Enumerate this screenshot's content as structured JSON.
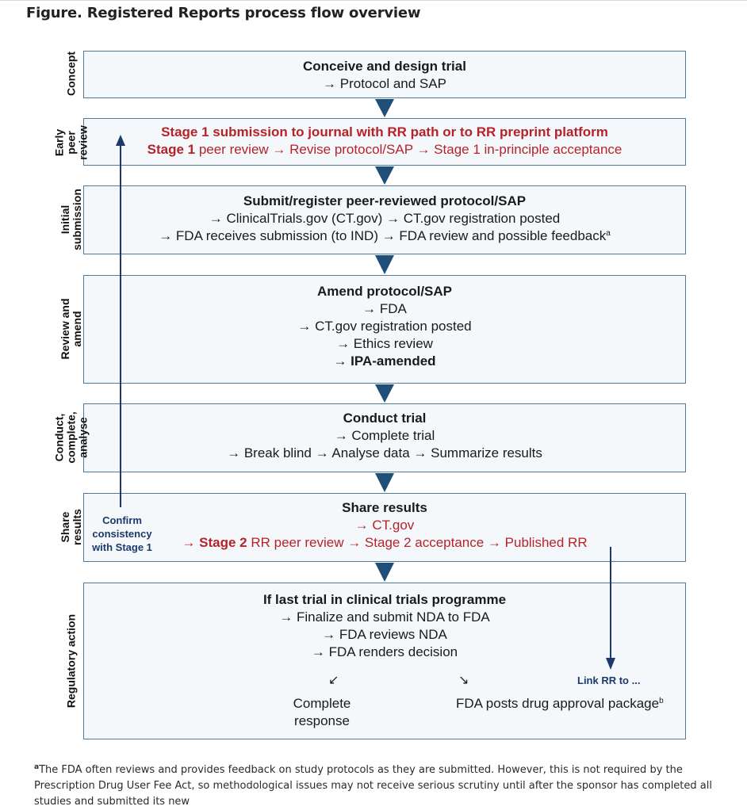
{
  "figure_title": "Figure. Registered Reports process flow overview",
  "stages": [
    {
      "side_label": [
        "Concept"
      ],
      "lines": [
        [
          {
            "t": "Conceive and design trial",
            "bold": true
          }
        ],
        [
          {
            "t": "→ Protocol and SAP"
          }
        ]
      ]
    },
    {
      "side_label": [
        "Early",
        "peer",
        "review"
      ],
      "lines": [
        [
          {
            "t": "Stage 1 submission to journal with RR path or to RR preprint platform",
            "bold": true,
            "red": true
          }
        ],
        [
          {
            "t": "Stage 1",
            "bold": true,
            "red": true
          },
          {
            "t": " peer review → Revise protocol/SAP → Stage 1 in-principle acceptance",
            "red": true
          }
        ]
      ]
    },
    {
      "side_label": [
        "Initial",
        "submission"
      ],
      "lines": [
        [
          {
            "t": "Submit/register peer-reviewed protocol/SAP",
            "bold": true
          }
        ],
        [
          {
            "t": "→ ClinicalTrials.gov (CT.gov) → CT.gov registration posted"
          }
        ],
        [
          {
            "t": "→ FDA receives submission (to IND) → FDA review and possible feedback"
          },
          {
            "t": "a",
            "sup": true
          }
        ]
      ]
    },
    {
      "side_label": [
        "Review and",
        "amend"
      ],
      "lines": [
        [
          {
            "t": "Amend protocol/SAP",
            "bold": true
          }
        ],
        [
          {
            "t": "→ FDA"
          }
        ],
        [
          {
            "t": "→ CT.gov registration posted"
          }
        ],
        [
          {
            "t": "→ Ethics review"
          }
        ],
        [
          {
            "t": "→ "
          },
          {
            "t": "IPA-amended",
            "bold": true
          }
        ]
      ]
    },
    {
      "side_label": [
        "Conduct,",
        "complete,",
        "analyse"
      ],
      "lines": [
        [
          {
            "t": "Conduct trial",
            "bold": true
          }
        ],
        [
          {
            "t": "→ Complete trial"
          }
        ],
        [
          {
            "t": "→ Break blind → Analyse data → Summarize results"
          }
        ]
      ]
    },
    {
      "side_label": [
        "Share",
        "results"
      ],
      "lines": [
        [
          {
            "t": "Share results",
            "bold": true
          }
        ],
        [
          {
            "t": "→ CT.gov",
            "red": true
          }
        ],
        [
          {
            "t": "→ ",
            "red": true
          },
          {
            "t": "Stage 2",
            "bold": true,
            "red": true
          },
          {
            "t": " RR peer review → Stage 2 acceptance → Published RR",
            "red": true
          }
        ]
      ]
    },
    {
      "side_label": [
        "Regulatory action"
      ],
      "lines": [
        [
          {
            "t": "If last trial in clinical trials programme",
            "bold": true
          }
        ],
        [
          {
            "t": "→ Finalize and submit NDA to FDA"
          }
        ],
        [
          {
            "t": "→ FDA reviews NDA"
          }
        ],
        [
          {
            "t": "→ FDA renders decision"
          }
        ]
      ]
    }
  ],
  "confirm_label": "Confirm consistency with Stage 1",
  "link_label": "Link RR to ...",
  "diag_arrow_left": "↙",
  "diag_arrow_right": "↘",
  "outcome_left": [
    "Complete",
    "response"
  ],
  "outcome_right": "FDA posts drug approval package",
  "outcome_right_sup": "b",
  "footnote_marker": "a",
  "footnote_text": "The FDA often reviews and provides feedback on study protocols as they are submitted. However, this is not required by the Prescription Drug User Fee Act, so methodological issues may not receive serious scrutiny until after the sponsor has completed all studies and submitted its new",
  "colors": {
    "box_border": "#4d7aa0",
    "box_fill": "#f4f8fb",
    "arrow_navy": "#1b3a6b",
    "triangle": "#1f4e79",
    "highlight_red": "#b5232a"
  }
}
